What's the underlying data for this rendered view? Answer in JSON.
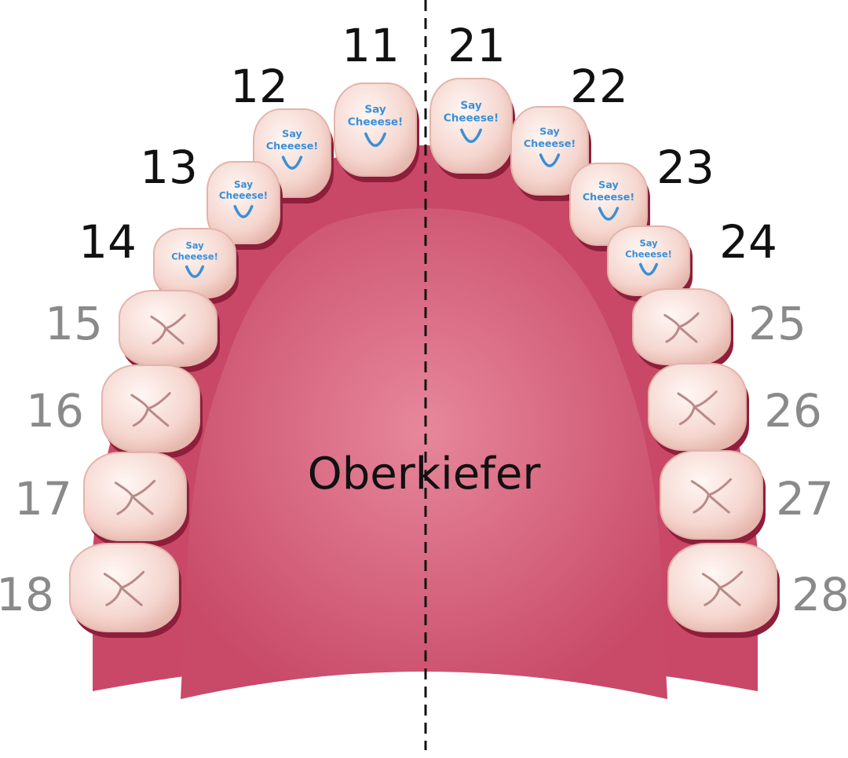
{
  "jaw_label": "Oberkiefer",
  "colors": {
    "gum": "#c94867",
    "gum_dark": "#8e1e3a",
    "palate": "#d96b85",
    "tooth": "#f7dcd6",
    "tooth_edge": "#e2b4ab",
    "front_number": "#111111",
    "back_number": "#8a8a8a",
    "smile": "#3a8fd6",
    "midline": "#111111"
  },
  "teeth": [
    {
      "number": "11",
      "type": "front",
      "badge_line1": "Say",
      "badge_line2": "Cheeese!"
    },
    {
      "number": "12",
      "type": "front",
      "badge_line1": "Say",
      "badge_line2": "Cheeese!"
    },
    {
      "number": "13",
      "type": "front",
      "badge_line1": "Say",
      "badge_line2": "Cheeese!"
    },
    {
      "number": "14",
      "type": "front",
      "badge_line1": "Say",
      "badge_line2": "Cheeese!"
    },
    {
      "number": "15",
      "type": "back"
    },
    {
      "number": "16",
      "type": "back"
    },
    {
      "number": "17",
      "type": "back"
    },
    {
      "number": "18",
      "type": "back"
    },
    {
      "number": "21",
      "type": "front",
      "badge_line1": "Say",
      "badge_line2": "Cheeese!"
    },
    {
      "number": "22",
      "type": "front",
      "badge_line1": "Say",
      "badge_line2": "Cheeese!"
    },
    {
      "number": "23",
      "type": "front",
      "badge_line1": "Say",
      "badge_line2": "Cheeese!"
    },
    {
      "number": "24",
      "type": "front",
      "badge_line1": "Say",
      "badge_line2": "Cheeese!"
    },
    {
      "number": "25",
      "type": "back"
    },
    {
      "number": "26",
      "type": "back"
    },
    {
      "number": "27",
      "type": "back"
    },
    {
      "number": "28",
      "type": "back"
    }
  ]
}
